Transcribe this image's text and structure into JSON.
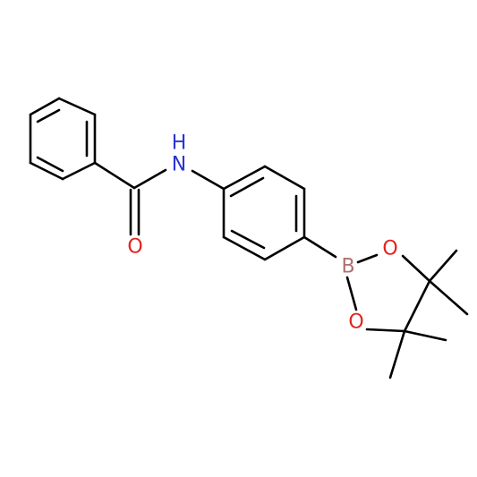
{
  "molecule": {
    "atoms": {
      "N": {
        "symbol": "N",
        "hydrogen": "H",
        "color": "#2a34d6"
      },
      "O_carbonyl": {
        "symbol": "O",
        "color": "#e0241f"
      },
      "B": {
        "symbol": "B",
        "color": "#b07070"
      },
      "O_ring_top": {
        "symbol": "O",
        "color": "#e0241f"
      },
      "O_ring_bottom": {
        "symbol": "O",
        "color": "#e0241f"
      }
    },
    "bond_color": "#000000"
  }
}
